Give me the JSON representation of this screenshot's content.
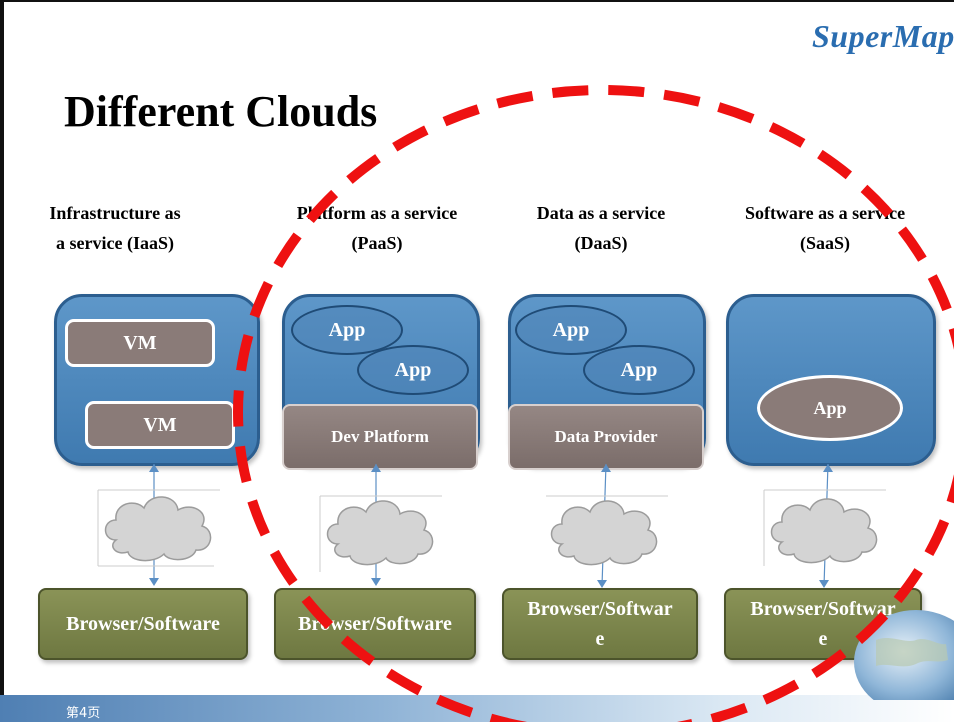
{
  "logo": {
    "text": "SuperMap",
    "mark": "®"
  },
  "title": "Different Clouds",
  "columns": [
    {
      "heading_line1": "Infrastructure as",
      "heading_line2": "a service (IaaS)",
      "vm_top": "VM",
      "vm_bottom": "VM",
      "client": "Browser/Software"
    },
    {
      "heading_line1": "Platform as a service",
      "heading_line2": "(PaaS)",
      "app_1": "App",
      "app_2": "App",
      "platform": "Dev Platform",
      "client": "Browser/Software"
    },
    {
      "heading_line1": "Data as a service",
      "heading_line2": "(DaaS)",
      "app_1": "App",
      "app_2": "App",
      "platform": "Data Provider",
      "client_line1": "Browser/Softwar",
      "client_line2": "e"
    },
    {
      "heading_line1": "Software as a service",
      "heading_line2": "(SaaS)",
      "app": "App",
      "client_line1": "Browser/Softwar",
      "client_line2": "e"
    }
  ],
  "footer": {
    "page_label": "第4页"
  },
  "colors": {
    "cloud_box": "#4a86bd",
    "vm_fill": "#8a7b78",
    "client_fill": "#7d8649",
    "highlight_dash": "#ee1111",
    "logo": "#2a6db0"
  },
  "icons": [
    "cloud-icon",
    "globe-icon",
    "dashed-ellipse-highlight"
  ]
}
